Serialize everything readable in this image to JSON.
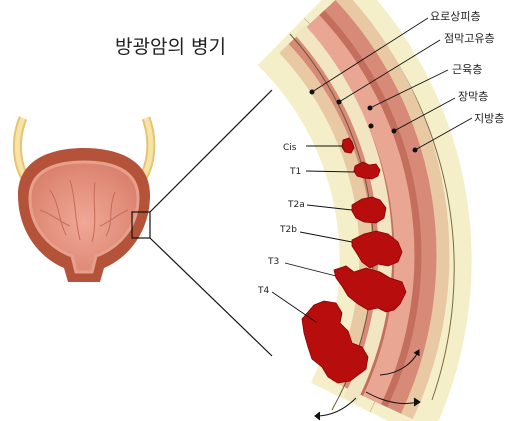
{
  "title": "방광암의 병기",
  "layers": [
    {
      "id": "urothelium",
      "label": "요로상피층"
    },
    {
      "id": "lamina-propria",
      "label": "점막고유층"
    },
    {
      "id": "muscularis",
      "label": "근육층"
    },
    {
      "id": "serosa",
      "label": "장막층"
    },
    {
      "id": "fat",
      "label": "지방층"
    }
  ],
  "stages": [
    {
      "id": "cis",
      "label": "Cis"
    },
    {
      "id": "t1",
      "label": "T1"
    },
    {
      "id": "t2a",
      "label": "T2a"
    },
    {
      "id": "t2b",
      "label": "T2b"
    },
    {
      "id": "t3",
      "label": "T3"
    },
    {
      "id": "t4",
      "label": "T4"
    }
  ],
  "colors": {
    "fat": "#f4efc9",
    "serosa": "#e8c9a4",
    "muscle": "#d78a78",
    "muscle_dark": "#c46e5e",
    "mucosa": "#f2b8a4",
    "tumor": "#b70d0d",
    "tumor_edge": "#8a0000",
    "bladder_outer": "#b9573b",
    "bladder_inner": "#e59a86",
    "ureter": "#f3d88c"
  }
}
